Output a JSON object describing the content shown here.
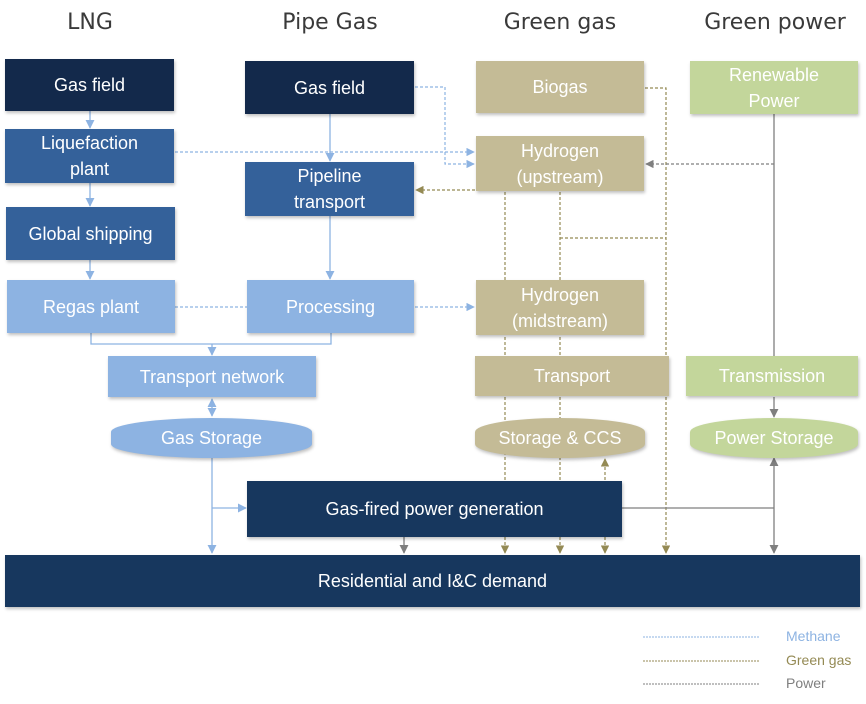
{
  "columns": {
    "lng": "LNG",
    "pipe_gas": "Pipe Gas",
    "green_gas": "Green gas",
    "green_power": "Green power"
  },
  "nodes": {
    "lng_gas_field": "Gas field",
    "liquefaction": "Liquefaction plant",
    "global_shipping": "Global shipping",
    "regas": "Regas plant",
    "pipe_gas_field": "Gas field",
    "pipeline_transport": "Pipeline transport",
    "processing": "Processing",
    "transport_network": "Transport network",
    "gas_storage": "Gas Storage",
    "biogas": "Biogas",
    "hydrogen_upstream": "Hydrogen (upstream)",
    "hydrogen_midstream": "Hydrogen (midstream)",
    "gg_transport": "Transport",
    "storage_ccs": "Storage & CCS",
    "renewable_power": "Renewable Power",
    "transmission": "Transmission",
    "power_storage": "Power Storage",
    "gas_fired": "Gas-fired power generation",
    "demand": "Residential and I&C demand"
  },
  "legend": {
    "methane": {
      "label": "Methane",
      "color": "#8db3e2"
    },
    "green_gas": {
      "label": "Green gas",
      "color": "#948a54"
    },
    "power": {
      "label": "Power",
      "color": "#7f7f7f"
    }
  }
}
